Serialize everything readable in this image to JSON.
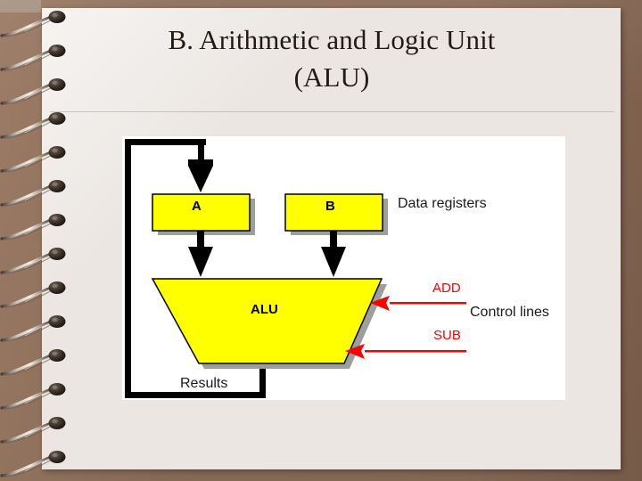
{
  "slide": {
    "title_line1": "B. Arithmetic and Logic Unit",
    "title_line2": "(ALU)",
    "background_color": "#8d6e5a",
    "page_color": "#ebe6e2",
    "binding": "spiral-wire-binding"
  },
  "diagram": {
    "canvas_color": "#ffffff",
    "accent_fill": "#ffff00",
    "line_color": "#000000",
    "control_color": "#ff0000",
    "register_a_label": "A",
    "register_b_label": "B",
    "alu_label": "ALU",
    "data_registers_label": "Data registers",
    "control_lines_label": "Control lines",
    "add_label": "ADD",
    "sub_label": "SUB",
    "results_label": "Results"
  }
}
